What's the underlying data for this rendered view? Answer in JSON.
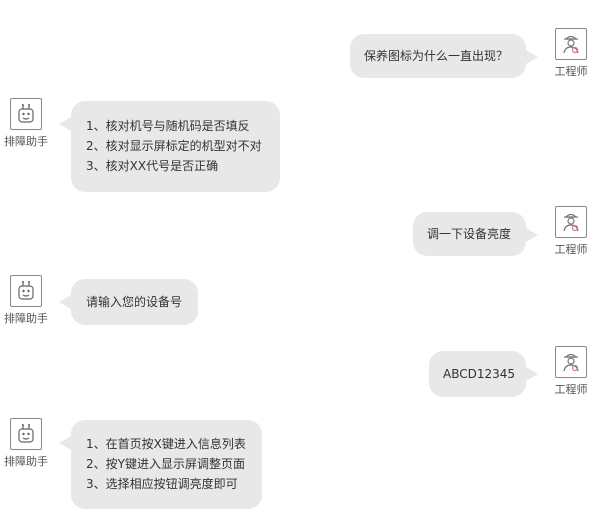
{
  "labels": {
    "engineer": "工程师",
    "assistant": "排障助手"
  },
  "messages": [
    {
      "sender": "engineer",
      "lines": [
        "保养图标为什么一直出现？"
      ]
    },
    {
      "sender": "assistant",
      "lines": [
        "1、核对机号与随机码是否填反",
        "2、核对显示屏标定的机型对不对",
        "3、核对XX代号是否正确"
      ]
    },
    {
      "sender": "engineer",
      "lines": [
        "调一下设备亮度"
      ]
    },
    {
      "sender": "assistant",
      "lines": [
        "请输入您的设备号"
      ]
    },
    {
      "sender": "engineer",
      "lines": [
        "ABCD12345"
      ]
    },
    {
      "sender": "assistant",
      "lines": [
        "1、在首页按X键进入信息列表",
        "2、按Y键进入显示屏调整页面",
        "3、选择相应按钮调亮度即可"
      ]
    }
  ],
  "colors": {
    "bubble": "#e8e8e8",
    "engineer_icon_accent": "#d9739a"
  },
  "icons": {
    "engineer": "engineer-avatar-icon",
    "assistant": "robot-avatar-icon"
  }
}
